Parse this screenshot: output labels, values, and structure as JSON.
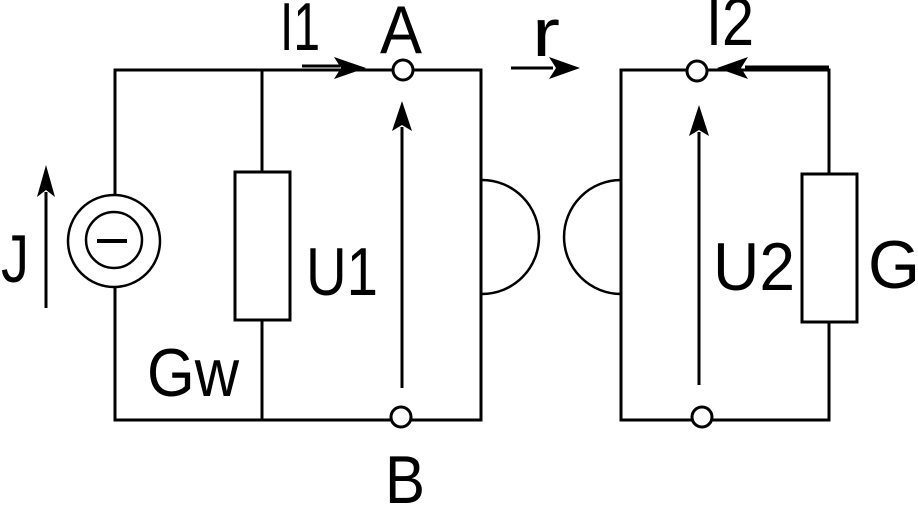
{
  "colors": {
    "stroke": "#000000",
    "background": "#ffffff"
  },
  "labels": {
    "source_current": "J",
    "source_conductance": "Gw",
    "primary_current": "I1",
    "primary_voltage": "U1",
    "node_top": "A",
    "node_bottom": "B",
    "gyration_resistance": "r",
    "secondary_current": "I2",
    "secondary_voltage": "U2",
    "load_conductance": "G"
  }
}
